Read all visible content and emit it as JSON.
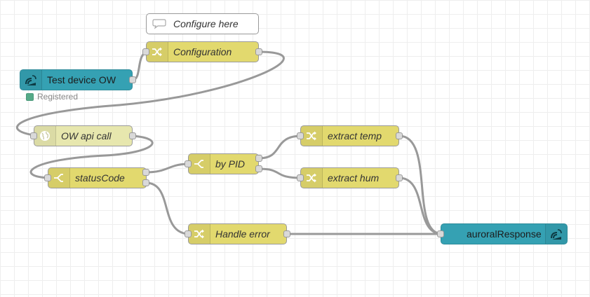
{
  "editor": {
    "grid": true
  },
  "colors": {
    "change_node": "#e2d96e",
    "switch_node": "#e2d96e",
    "http_node": "#e7e7ae",
    "auroral_node": "#35a1b3",
    "wire": "#999999",
    "status_ok": "#55aa88"
  },
  "nodes": {
    "comment": {
      "label": "Configure here",
      "icon": "speech-bubble-icon"
    },
    "configuration": {
      "label": "Configuration",
      "icon": "shuffle-icon"
    },
    "test_device": {
      "label": "Test device OW",
      "icon": "auroral-antenna-icon",
      "status": "Registered"
    },
    "ow_api_call": {
      "label": "OW api call",
      "icon": "globe-icon"
    },
    "status_code": {
      "label": "statusCode",
      "icon": "switch-icon"
    },
    "by_pid": {
      "label": "by PID",
      "icon": "switch-icon"
    },
    "extract_temp": {
      "label": "extract temp",
      "icon": "shuffle-icon"
    },
    "extract_hum": {
      "label": "extract hum",
      "icon": "shuffle-icon"
    },
    "handle_error": {
      "label": "Handle error",
      "icon": "shuffle-icon"
    },
    "auroral_response": {
      "label": "auroralResponse",
      "icon": "auroral-antenna-icon"
    }
  }
}
